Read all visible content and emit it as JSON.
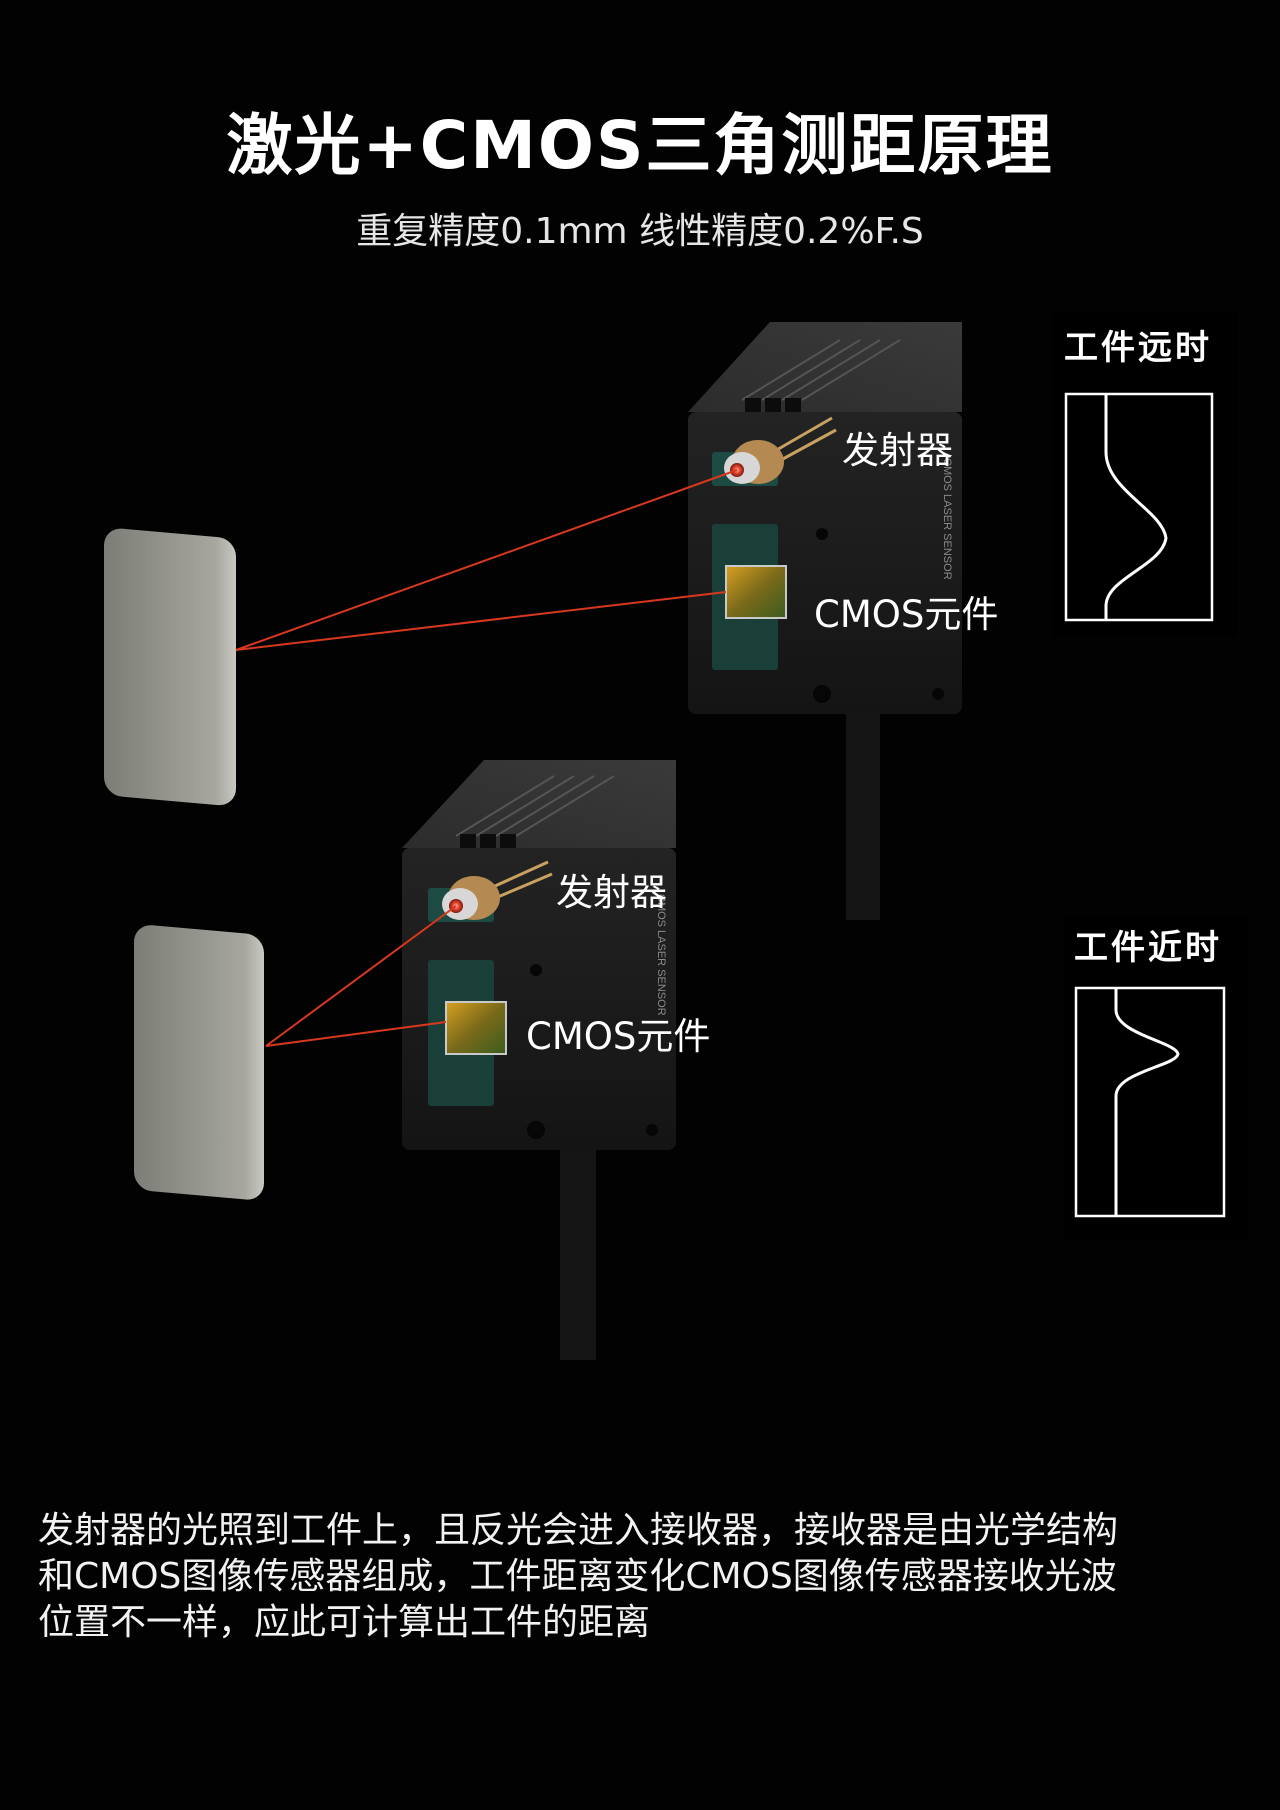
{
  "header": {
    "title": "激光+CMOS三角测距原理",
    "subtitle": "重复精度0.1mm 线性精度0.2%F.S"
  },
  "diagram_far": {
    "emitter_label": "发射器",
    "cmos_label": "CMOS元件",
    "panel_title": "工件远时"
  },
  "diagram_near": {
    "emitter_label": "发射器",
    "cmos_label": "CMOS元件",
    "panel_title": "工件近时"
  },
  "sensor_marking": "CMOS LASER SENSOR",
  "description": {
    "line1": "发射器的光照到工件上，且反光会进入接收器，接收器是由光学结构",
    "line2": "和CMOS图像传感器组成，工件距离变化CMOS图像传感器接收光波",
    "line3": "位置不一样，应此可计算出工件的距离"
  },
  "colors": {
    "background": "#020202",
    "laser": "#d8381e",
    "sensor_body": "#1c1c1c",
    "workpiece": "#9a9a92"
  }
}
